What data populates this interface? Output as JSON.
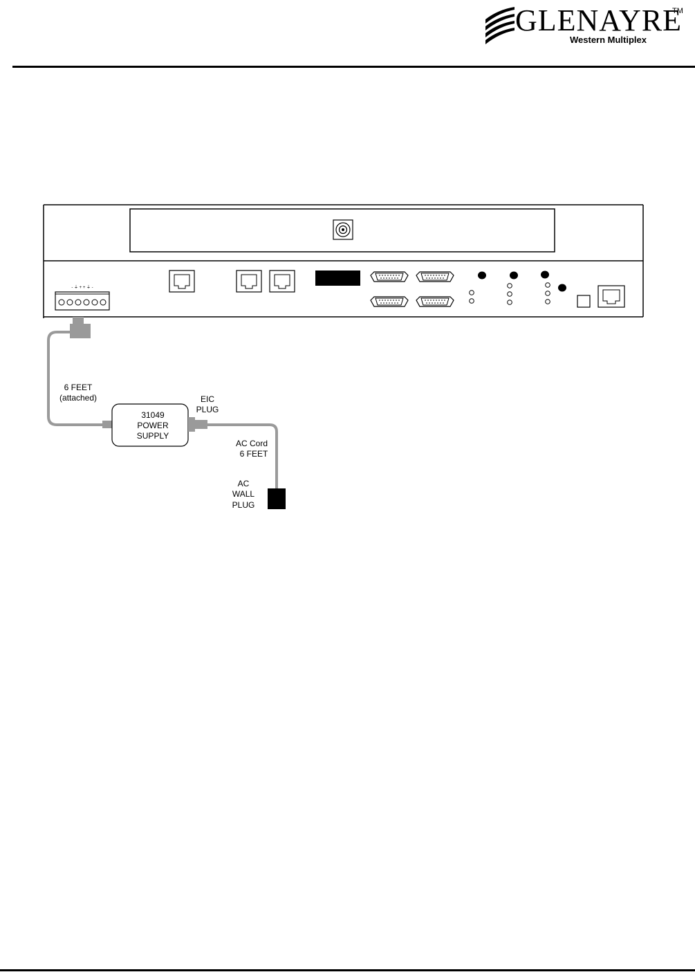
{
  "header": {
    "brand_name": "GLENAYRE",
    "trademark": "TM",
    "brand_subtitle": "Western Multiplex"
  },
  "diagram": {
    "cable_left_label_line1": "6 FEET",
    "cable_left_label_line2": "(attached)",
    "power_supply_line1": "31049",
    "power_supply_line2": "POWER",
    "power_supply_line3": "SUPPLY",
    "eic_plug_line1": "EIC",
    "eic_plug_line2": "PLUG",
    "ac_cord_line1": "AC Cord",
    "ac_cord_line2": "6 FEET",
    "wall_plug_line1": "AC",
    "wall_plug_line2": "WALL",
    "wall_plug_line3": "PLUG",
    "terminal_block_marks": "- ⏚ + + ⏚ -"
  },
  "colors": {
    "cable": "#9a9a9a",
    "line": "#000000"
  }
}
